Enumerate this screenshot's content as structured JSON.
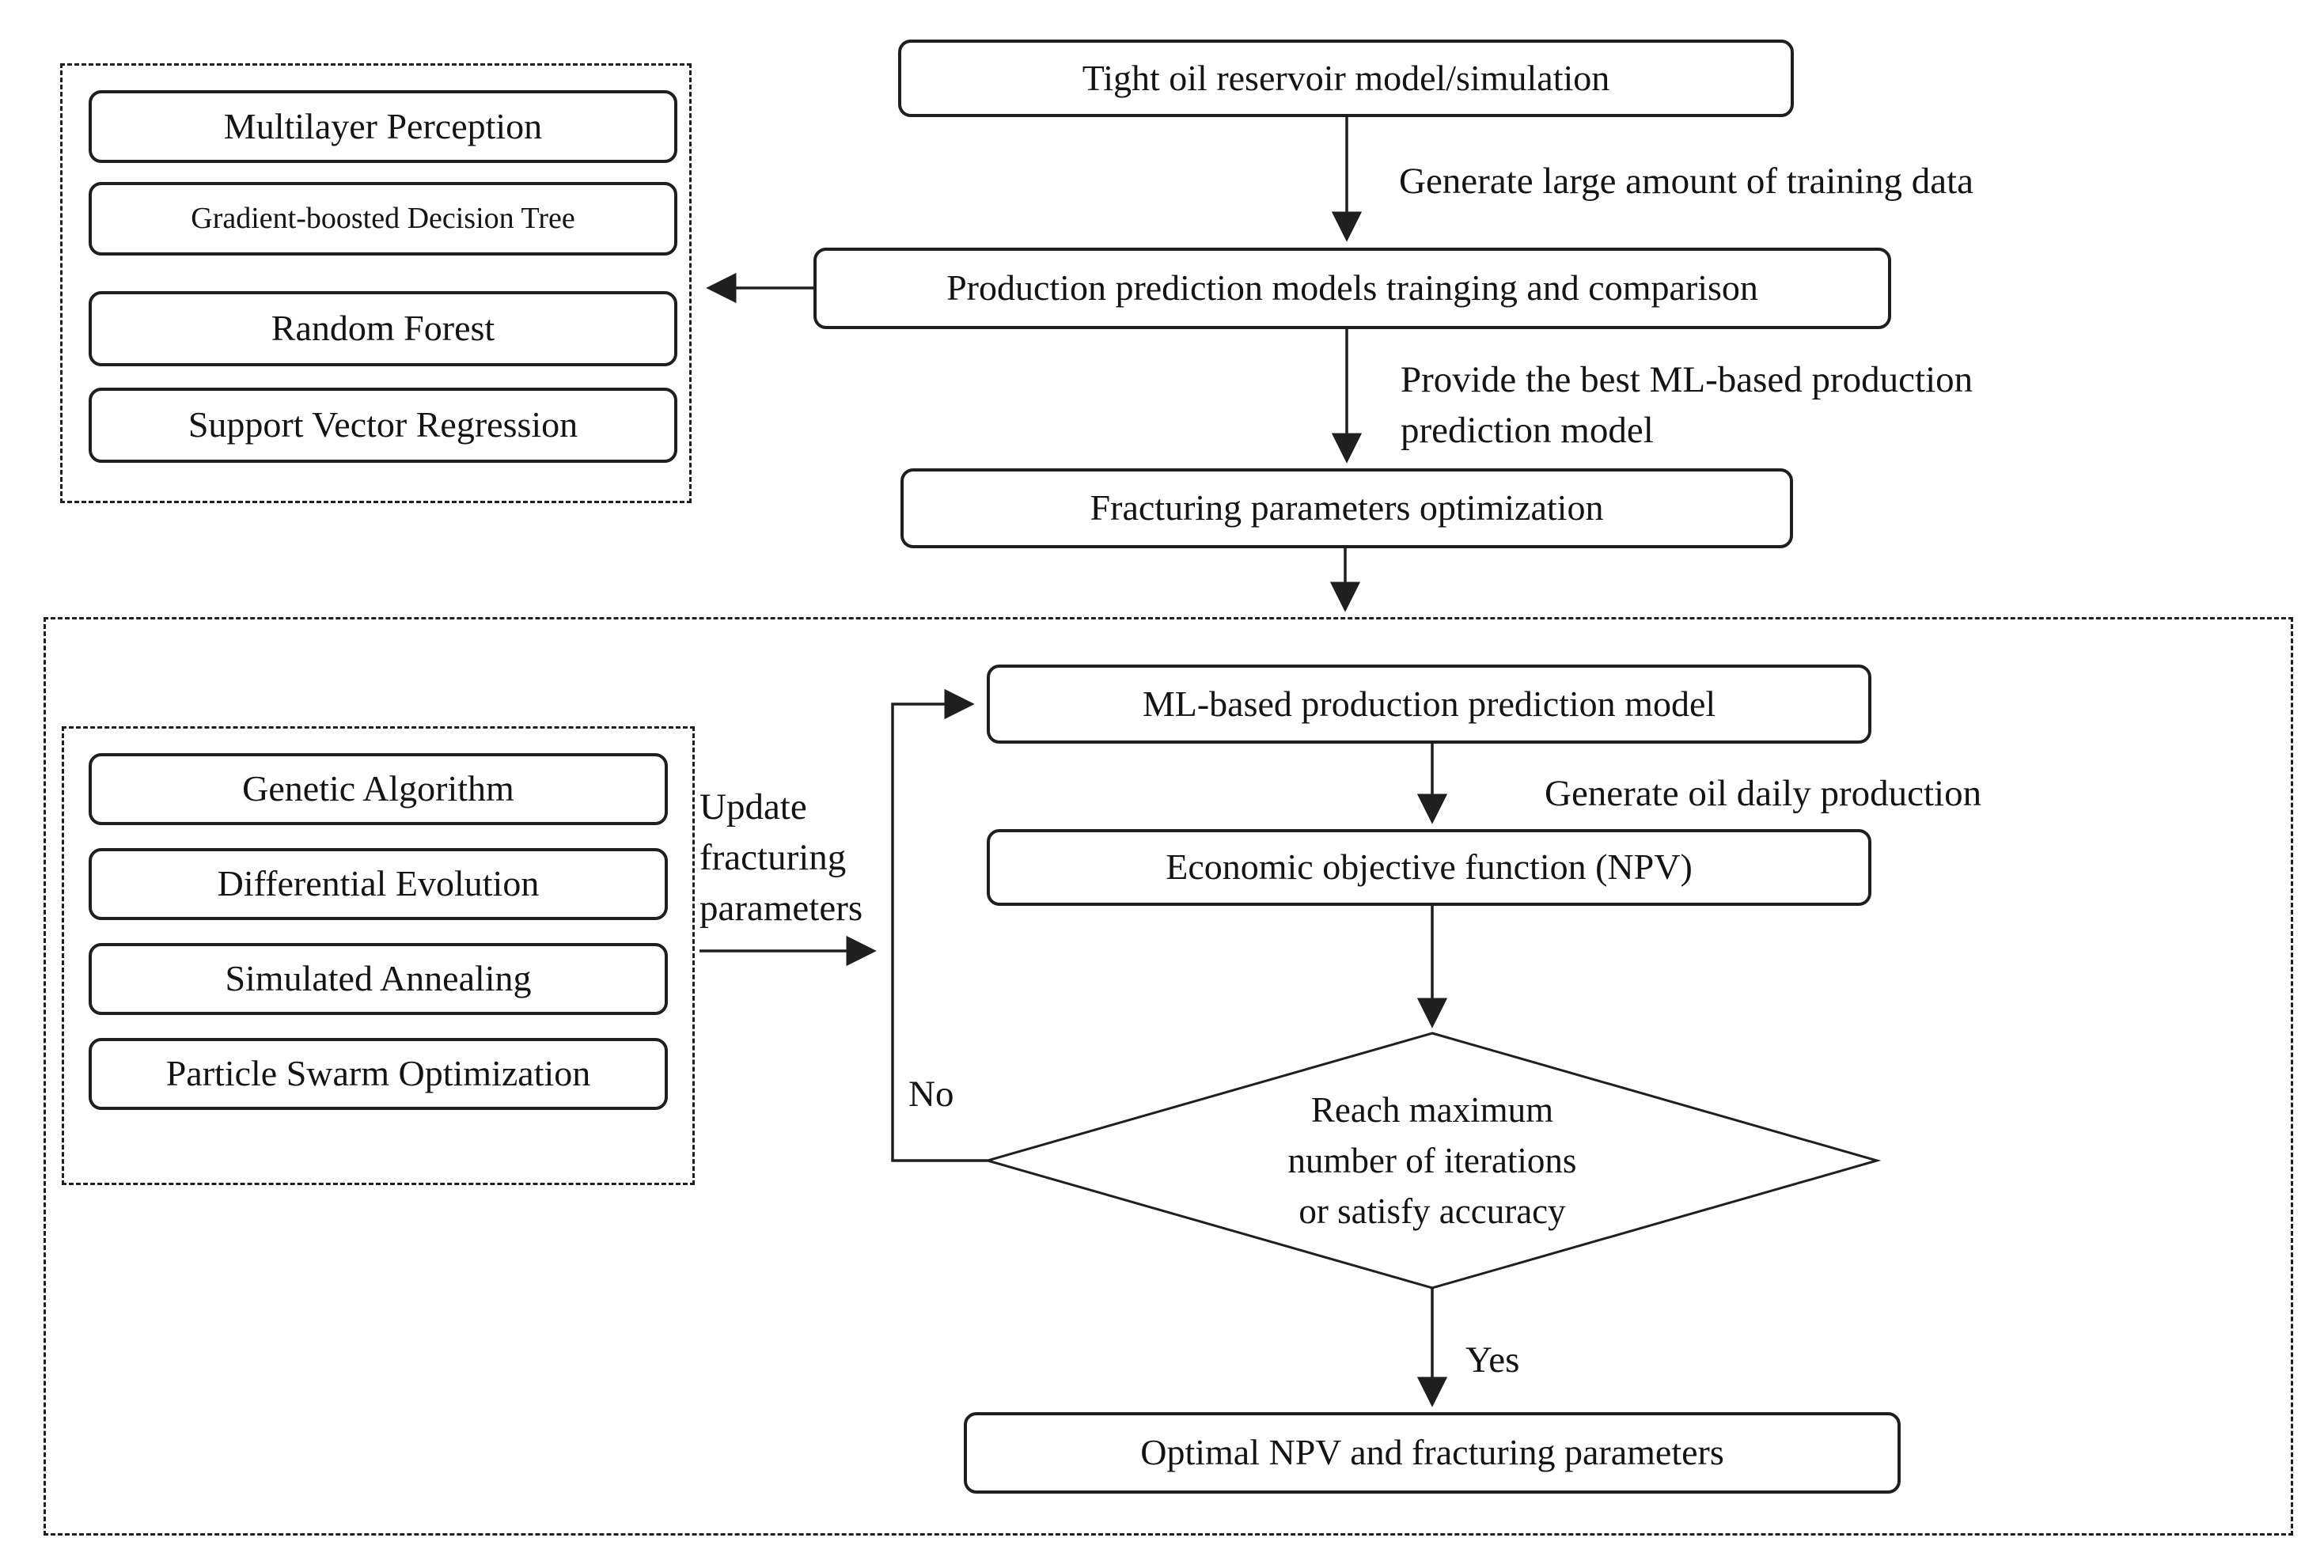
{
  "top_flow": {
    "reservoir_box": "Tight oil reservoir model/simulation",
    "training_data_label": "Generate large amount of training data",
    "training_box": "Production prediction models trainging and comparison",
    "best_model_label": "Provide the best ML-based production prediction model",
    "fracturing_box": "Fracturing parameters optimization"
  },
  "ml_models": {
    "items": [
      {
        "label": "Multilayer Perception"
      },
      {
        "label": "Gradient-boosted Decision Tree"
      },
      {
        "label": "Random Forest"
      },
      {
        "label": "Support Vector Regression"
      }
    ]
  },
  "optimizers": {
    "items": [
      {
        "label": "Genetic Algorithm"
      },
      {
        "label": "Differential Evolution"
      },
      {
        "label": "Simulated Annealing"
      },
      {
        "label": "Particle Swarm Optimization"
      }
    ]
  },
  "loop": {
    "update_label": "Update fracturing parameters",
    "ml_model_box": "ML-based production prediction model",
    "daily_production_label": "Generate oil daily production",
    "npv_box": "Economic objective function (NPV)",
    "decision_lines": [
      "Reach maximum",
      "number of iterations",
      "or satisfy accuracy"
    ],
    "no_label": "No",
    "yes_label": "Yes",
    "optimal_box": "Optimal NPV and fracturing parameters"
  },
  "colors": {
    "line": "#1f1f1f",
    "text": "#141414",
    "background": "#ffffff"
  }
}
